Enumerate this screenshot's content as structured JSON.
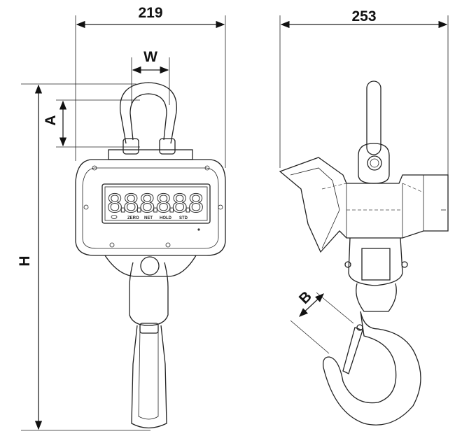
{
  "dimensions": {
    "width_front": "219",
    "width_side": "253",
    "shackle_width": "W",
    "shackle_height": "A",
    "total_height": "H",
    "hook_opening": "B"
  },
  "display": {
    "digits": "8.8.8.8.8.8",
    "indicators": [
      "ZERO",
      "NET",
      "HOLD",
      "STD"
    ]
  }
}
